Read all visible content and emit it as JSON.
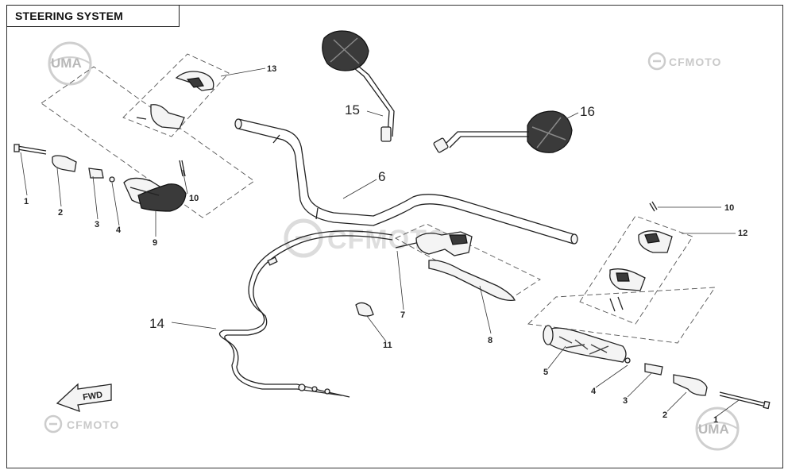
{
  "title": "STEERING SYSTEM",
  "watermarks": {
    "brand": "CFMOTO",
    "uma": "UMA"
  },
  "callouts": {
    "c1_left": "1",
    "c2_left": "2",
    "c3_left": "3",
    "c4_left": "4",
    "c9": "9",
    "c10_left": "10",
    "c13": "13",
    "c15": "15",
    "c16": "16",
    "c6": "6",
    "c7": "7",
    "c8": "8",
    "c11": "11",
    "c14": "14",
    "c10_right": "10",
    "c12": "12",
    "c5": "5",
    "c4_right": "4",
    "c3_right": "3",
    "c2_right": "2",
    "c1_right": "1"
  },
  "fwd_label": "FWD",
  "colors": {
    "line": "#222222",
    "watermark": "#c9c9c9",
    "background": "#ffffff"
  }
}
